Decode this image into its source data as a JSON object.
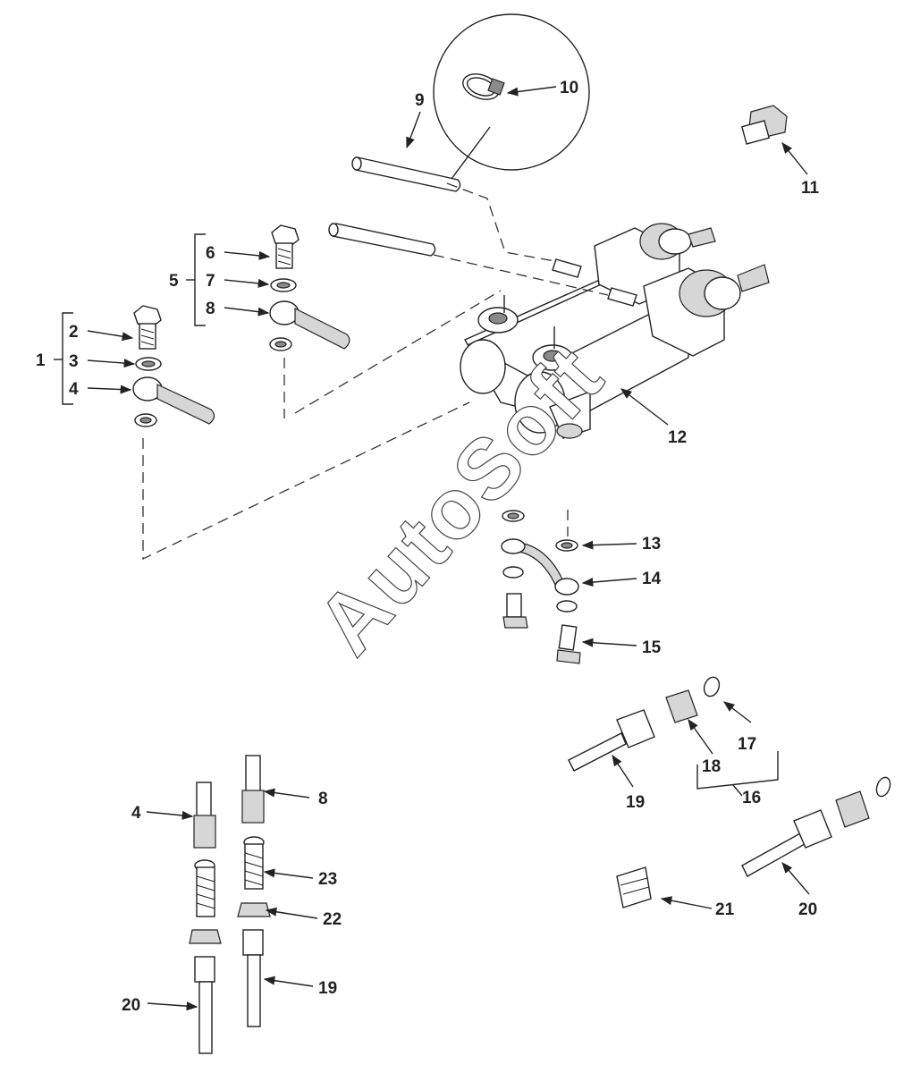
{
  "watermark": "AutoSoft",
  "callouts": [
    {
      "id": "c1",
      "text": "1"
    },
    {
      "id": "c2",
      "text": "2"
    },
    {
      "id": "c3",
      "text": "3"
    },
    {
      "id": "c4",
      "text": "4"
    },
    {
      "id": "c5",
      "text": "5"
    },
    {
      "id": "c6",
      "text": "6"
    },
    {
      "id": "c7",
      "text": "7"
    },
    {
      "id": "c8",
      "text": "8"
    },
    {
      "id": "c9",
      "text": "9"
    },
    {
      "id": "c10",
      "text": "10"
    },
    {
      "id": "c11",
      "text": "11"
    },
    {
      "id": "c12",
      "text": "12"
    },
    {
      "id": "c13",
      "text": "13"
    },
    {
      "id": "c14",
      "text": "14"
    },
    {
      "id": "c15",
      "text": "15"
    },
    {
      "id": "c16",
      "text": "16"
    },
    {
      "id": "c17",
      "text": "17"
    },
    {
      "id": "c18",
      "text": "18"
    },
    {
      "id": "c19",
      "text": "19"
    },
    {
      "id": "c20",
      "text": "20"
    },
    {
      "id": "c21",
      "text": "21"
    },
    {
      "id": "c4b",
      "text": "4"
    },
    {
      "id": "c8b",
      "text": "8"
    },
    {
      "id": "c23",
      "text": "23"
    },
    {
      "id": "c22",
      "text": "22"
    },
    {
      "id": "c19b",
      "text": "19"
    },
    {
      "id": "c20b",
      "text": "20"
    }
  ]
}
